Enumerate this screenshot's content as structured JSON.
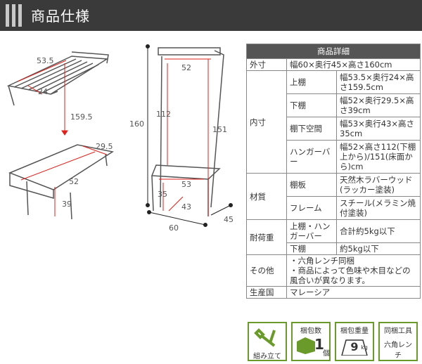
{
  "header": {
    "title": "商品仕様"
  },
  "diagram": {
    "top_shelf": {
      "w": "53.5",
      "d": "24",
      "h": "159.5"
    },
    "lower_shelf": {
      "w": "52",
      "d": "29.5",
      "h": "39"
    },
    "front": {
      "top": "52",
      "h112": "112",
      "h151": "151",
      "h160": "160",
      "w53": "53",
      "h35": "35",
      "d43": "43",
      "w60": "60",
      "d45": "45"
    }
  },
  "spec": {
    "header": "商品詳細",
    "rows": [
      {
        "key": "外寸",
        "value": "幅60×奥行45×高さ160cm"
      },
      {
        "key": "内寸",
        "subs": [
          {
            "sub": "上棚",
            "value": "幅53.5×奥行24×高さ159.5cm"
          },
          {
            "sub": "下棚",
            "value": "幅52×奥行29.5×高さ39cm"
          },
          {
            "sub": "棚下空間",
            "value": "幅53×奥行43×高さ35cm"
          },
          {
            "sub": "ハンガーバー",
            "value": "幅52×高さ112(下棚上から)/151(床面から)cm"
          }
        ]
      },
      {
        "key": "材質",
        "subs": [
          {
            "sub": "棚板",
            "value": "天然木ラバーウッド(ラッカー塗装)"
          },
          {
            "sub": "フレーム",
            "value": "スチール(メラミン焼付塗装)"
          }
        ]
      },
      {
        "key": "耐荷重",
        "subs": [
          {
            "sub": "上棚・ハンガーバー",
            "value": "合計約5kg以下"
          },
          {
            "sub": "下棚",
            "value": "約5kg以下"
          }
        ]
      },
      {
        "key": "その他",
        "value": "・六角レンチ同梱\n・商品によって色味や木目などの風合いが異なります。"
      },
      {
        "key": "生産国",
        "value": "マレーシア"
      }
    ]
  },
  "icons": {
    "assembly": {
      "label": "組み立て"
    },
    "packages": {
      "label": "梱包数",
      "value": "1",
      "unit": "個"
    },
    "weight": {
      "label": "梱包重量",
      "value": "9",
      "unit": "kg"
    },
    "tool": {
      "label": "同梱工具",
      "value": "六角レンチ"
    }
  },
  "colors": {
    "accent": "#e0201b",
    "header": "#3a3a3a",
    "icon_border": "#6a9a2a"
  }
}
